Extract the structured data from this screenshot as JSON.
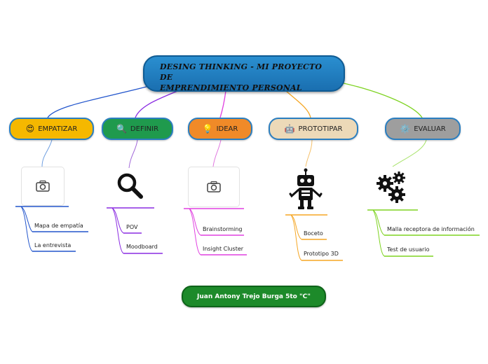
{
  "root": {
    "title_line1": "DESING THINKING - MI PROYECTO DE",
    "title_line2": "EMPRENDIMIENTO PERSONAL"
  },
  "branches": [
    {
      "label": "EMPATIZAR",
      "icon": "😍",
      "color": "#f5b800",
      "image": "camera-icon",
      "children": [
        "Mapa de empatía",
        "La entrevista"
      ]
    },
    {
      "label": "DEFINIR",
      "icon": "🔍",
      "color": "#1f9a4d",
      "image": "magnifier-icon",
      "children": [
        "POV",
        "Moodboard"
      ]
    },
    {
      "label": "IDEAR",
      "icon": "💡",
      "color": "#f08a28",
      "image": "camera-icon",
      "children": [
        "Brainstorming",
        "Insight Cluster"
      ]
    },
    {
      "label": "PROTOTIPAR",
      "icon": "🤖",
      "color": "#ecd9b8",
      "image": "robot-icon",
      "children": [
        "Boceto",
        "Prototipo 3D"
      ]
    },
    {
      "label": "EVALUAR",
      "icon": "⚙️",
      "color": "#9e9e9e",
      "image": "gears-icon",
      "children": [
        "Malla receptora de información",
        "Test de usuario"
      ]
    }
  ],
  "link_colors": {
    "empatizar": "#2255cc",
    "definir": "#8a2be2",
    "idear": "#e040e0",
    "prototipar": "#f5a623",
    "evaluar": "#7ed321"
  },
  "footer": {
    "label": "Juan Antony Trejo Burga 5to \"C\""
  }
}
